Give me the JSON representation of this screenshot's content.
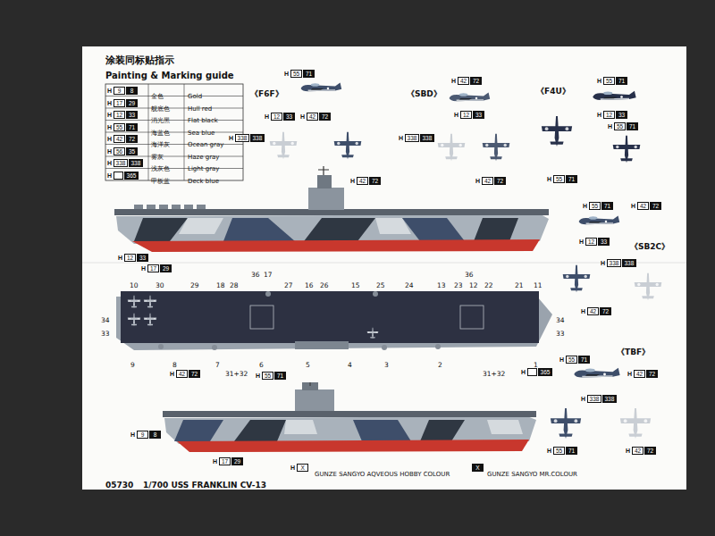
{
  "diagram": {
    "title": "涂装同标贴指示",
    "caption": "1/700 USS FRANKLIN CV-13",
    "labels": [
      "Painting & Marking guide",
      "H",
      "9",
      "8",
      "金色",
      "Gold",
      "H",
      "17",
      "29",
      "舰底色",
      "Hull red",
      "H",
      "12",
      "33",
      "消光黑",
      "Flat black",
      "H",
      "55",
      "71",
      "海蓝色",
      "Sea blue",
      "H",
      "42",
      "72",
      "海洋灰",
      "Ocean gray",
      "H",
      "56",
      "35",
      "雾灰",
      "Haze gray",
      "H",
      "338",
      "338",
      "浅灰色",
      "Light gray",
      "H",
      "365",
      "甲板蓝",
      "Deck blue",
      "《F6F》",
      "H",
      "55",
      "71",
      "H",
      "12",
      "33",
      "H",
      "42",
      "72",
      "H",
      "338",
      "338",
      "H",
      "42",
      "72",
      "《SBD》",
      "H",
      "42",
      "72",
      "H",
      "12",
      "33",
      "H",
      "338",
      "338",
      "H",
      "42",
      "72",
      "《F4U》",
      "H",
      "55",
      "71",
      "H",
      "12",
      "33",
      "H",
      "55",
      "71",
      "H",
      "55",
      "71",
      "H",
      "55",
      "71",
      "H",
      "42",
      "72",
      "H",
      "12",
      "33",
      "《SB2C》",
      "H",
      "338",
      "338",
      "H",
      "42",
      "72",
      "《TBF》",
      "H",
      "55",
      "71",
      "H",
      "42",
      "72",
      "H",
      "338",
      "338",
      "H",
      "55",
      "71",
      "H",
      "42",
      "72",
      "H",
      "12",
      "33",
      "H",
      "17",
      "29",
      "36",
      "17",
      "36",
      "10",
      "30",
      "29",
      "18",
      "28",
      "27",
      "16",
      "26",
      "15",
      "25",
      "24",
      "13",
      "23",
      "12",
      "22",
      "21",
      "11",
      "34",
      "33",
      "34",
      "33",
      "9",
      "8",
      "7",
      "6",
      "5",
      "4",
      "3",
      "2",
      "1",
      "31+32",
      "31+32",
      "H",
      "365",
      "H",
      "42",
      "72",
      "H",
      "55",
      "71",
      "H",
      "9",
      "8",
      "H",
      "17",
      "29",
      "H",
      "X",
      "GUNZE SANGYO AQVEOUS HOBBY COLOUR",
      "X",
      "GUNZE SANGYO MR.COLOUR",
      "05730"
    ]
  }
}
